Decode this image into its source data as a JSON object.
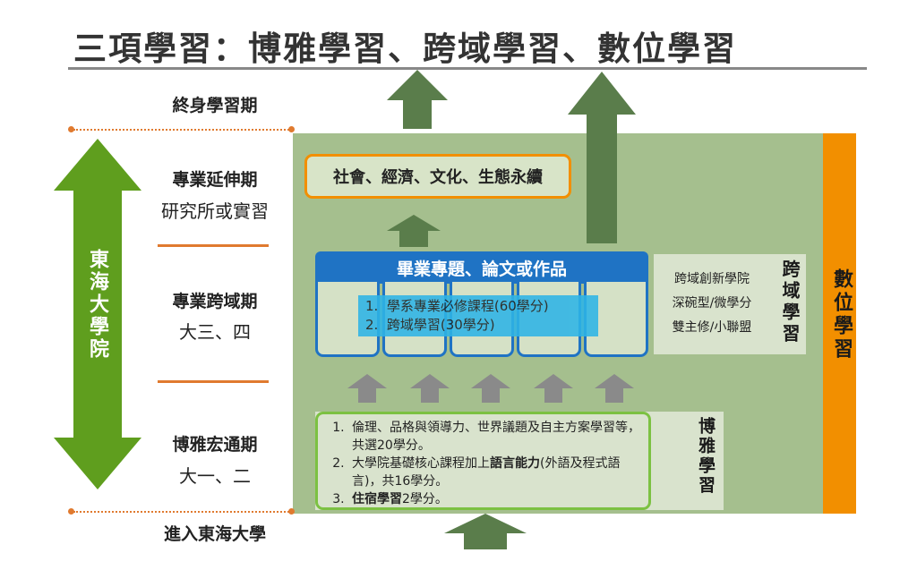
{
  "title": "三項學習：博雅學習、跨域學習、數位學習",
  "phases": {
    "lifelong": "終身學習期",
    "extension": "專業延伸期",
    "extension_sub": "研究所或實習",
    "cross": "專業跨域期",
    "cross_sub": "大三、四",
    "general": "博雅宏通期",
    "general_sub": "大一、二",
    "entry": "進入東海大學"
  },
  "left_arrow_label": "東海大學院",
  "digital_label": "數位學習",
  "sustainability": "社會、經濟、文化、生態永續",
  "capstone": "畢業專題、論文或作品",
  "major_courses": [
    "學系專業必修課程(60學分)",
    "跨域學習(30學分)"
  ],
  "cross_programs": [
    "跨域創新學院",
    "深碗型/微學分",
    "雙主修/小聯盟"
  ],
  "cross_label": "跨域學習",
  "general_courses": {
    "item1": "倫理、品格與領導力、世界議題及自主方案學習等，共選20學分。",
    "item2_pre": "大學院基礎核心課程加上",
    "item2_bold": "語言能力",
    "item2_post": "(外語及程式語言)，共16學分。",
    "item3_bold": "住宿學習",
    "item3_post": "2學分。"
  },
  "general_label": "博雅學習",
  "colors": {
    "green_panel": "#a5bf8e",
    "dark_green_arrow": "#5a7d4b",
    "bright_green_arrow": "#5f9e1e",
    "orange": "#f28f00",
    "blue": "#1f73c4",
    "cyan": "#2eb4e6",
    "gray_arrow": "#8a8a8a"
  },
  "icons": [
    "up-arrow-icon",
    "double-arrow-icon"
  ]
}
